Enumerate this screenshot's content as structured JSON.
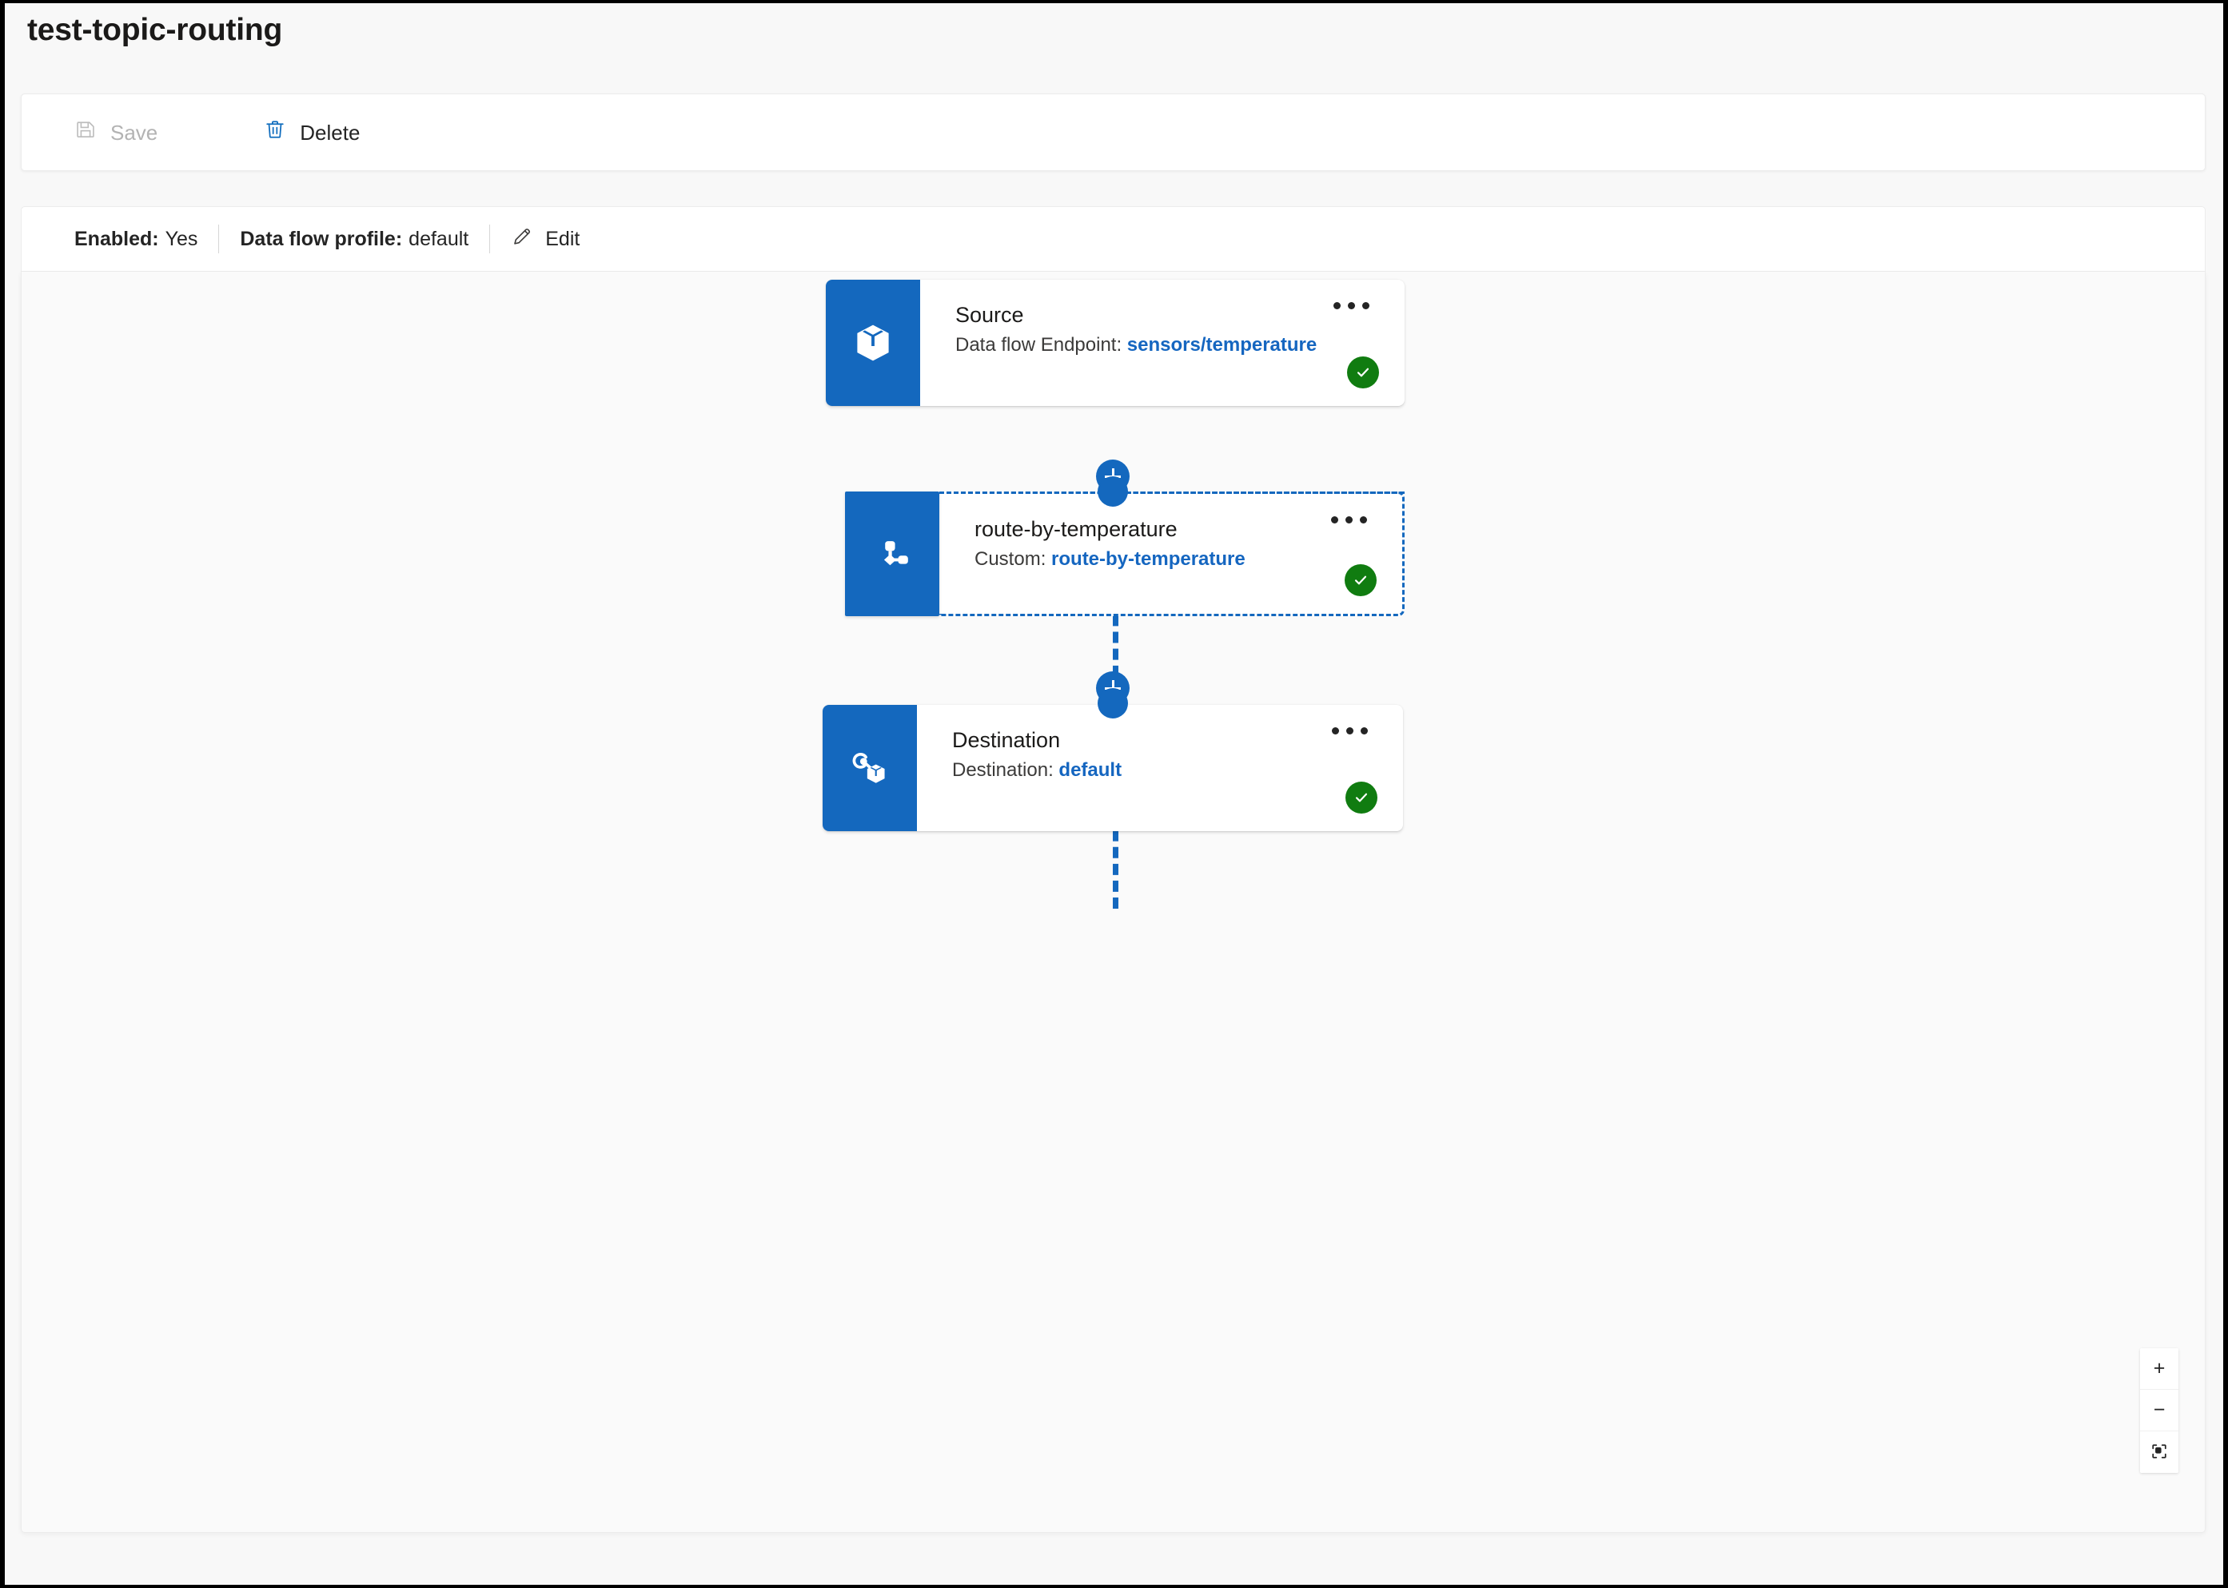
{
  "page": {
    "title": "test-topic-routing"
  },
  "toolbar": {
    "save_label": "Save",
    "save_icon": "save-disk-icon",
    "save_enabled": false,
    "delete_label": "Delete",
    "delete_icon": "trash-icon"
  },
  "info_bar": {
    "enabled_label": "Enabled:",
    "enabled_value": "Yes",
    "profile_label": "Data flow profile:",
    "profile_value": "default",
    "edit_label": "Edit",
    "edit_icon": "pencil-icon"
  },
  "flow": {
    "nodes": [
      {
        "id": "source",
        "icon": "cube-box-icon",
        "title": "Source",
        "sub_label": "Data flow Endpoint:",
        "sub_value": "sensors/temperature",
        "status": "valid",
        "status_icon": "check-circle-icon",
        "selected": false,
        "menu_icon": "ellipsis-icon"
      },
      {
        "id": "transform",
        "icon": "branch-transform-icon",
        "title": "route-by-temperature",
        "sub_label": "Custom:",
        "sub_value": "route-by-temperature",
        "status": "valid",
        "status_icon": "check-circle-icon",
        "selected": true,
        "menu_icon": "ellipsis-icon"
      },
      {
        "id": "destination",
        "icon": "link-cube-icon",
        "title": "Destination",
        "sub_label": "Destination:",
        "sub_value": "default",
        "status": "valid",
        "status_icon": "check-circle-icon",
        "selected": false,
        "menu_icon": "ellipsis-icon"
      }
    ],
    "connectors": [
      {
        "from": "source",
        "to": "transform",
        "add_icon": "plus-circle-icon"
      },
      {
        "from": "transform",
        "to": "destination",
        "add_icon": "plus-circle-icon"
      }
    ]
  },
  "zoom_controls": {
    "zoom_in_icon": "plus-icon",
    "zoom_in_label": "+",
    "zoom_out_icon": "minus-icon",
    "zoom_out_label": "−",
    "fit_view_icon": "fit-to-view-icon"
  },
  "colors": {
    "accent_blue": "#1468be",
    "link_blue": "#1566c0",
    "status_green": "#107c10",
    "canvas_bg": "#fafafa",
    "page_bg": "#f8f8f8"
  }
}
